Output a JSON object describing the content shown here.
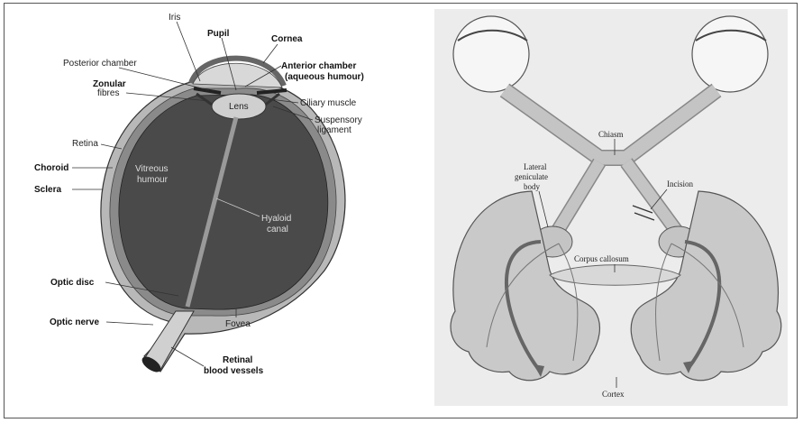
{
  "eye": {
    "labels": {
      "iris": "Iris",
      "pupil": "Pupil",
      "cornea": "Cornea",
      "posterior_chamber": "Posterior chamber",
      "anterior_chamber": "Anterior chamber",
      "aqueous_humour": "(aqueous humour)",
      "zonular": "Zonular",
      "fibres": "fibres",
      "ciliary_muscle": "Ciliary muscle",
      "lens": "Lens",
      "suspensory": "Suspensory",
      "ligament": "ligament",
      "retina": "Retina",
      "choroid": "Choroid",
      "sclera": "Sclera",
      "vitreous": "Vitreous",
      "humour": "humour",
      "hyaloid": "Hyaloid",
      "canal": "canal",
      "optic_disc": "Optic disc",
      "optic_nerve": "Optic nerve",
      "fovea": "Fovea",
      "retinal": "Retinal",
      "blood_vessels": "blood vessels"
    }
  },
  "brain": {
    "labels": {
      "chiasm": "Chiasm",
      "lateral": "Lateral",
      "geniculate": "geniculate",
      "body": "body",
      "incision": "Incision",
      "corpus_callosum": "Corpus callosum",
      "cortex": "Cortex"
    }
  },
  "colors": {
    "vitreous_fill": "#4a4a4a",
    "sclera_fill": "#c8c8c8",
    "panel_bg": "#ececec",
    "tract_fill": "#c4c4c4",
    "arrow_dark": "#666666"
  }
}
